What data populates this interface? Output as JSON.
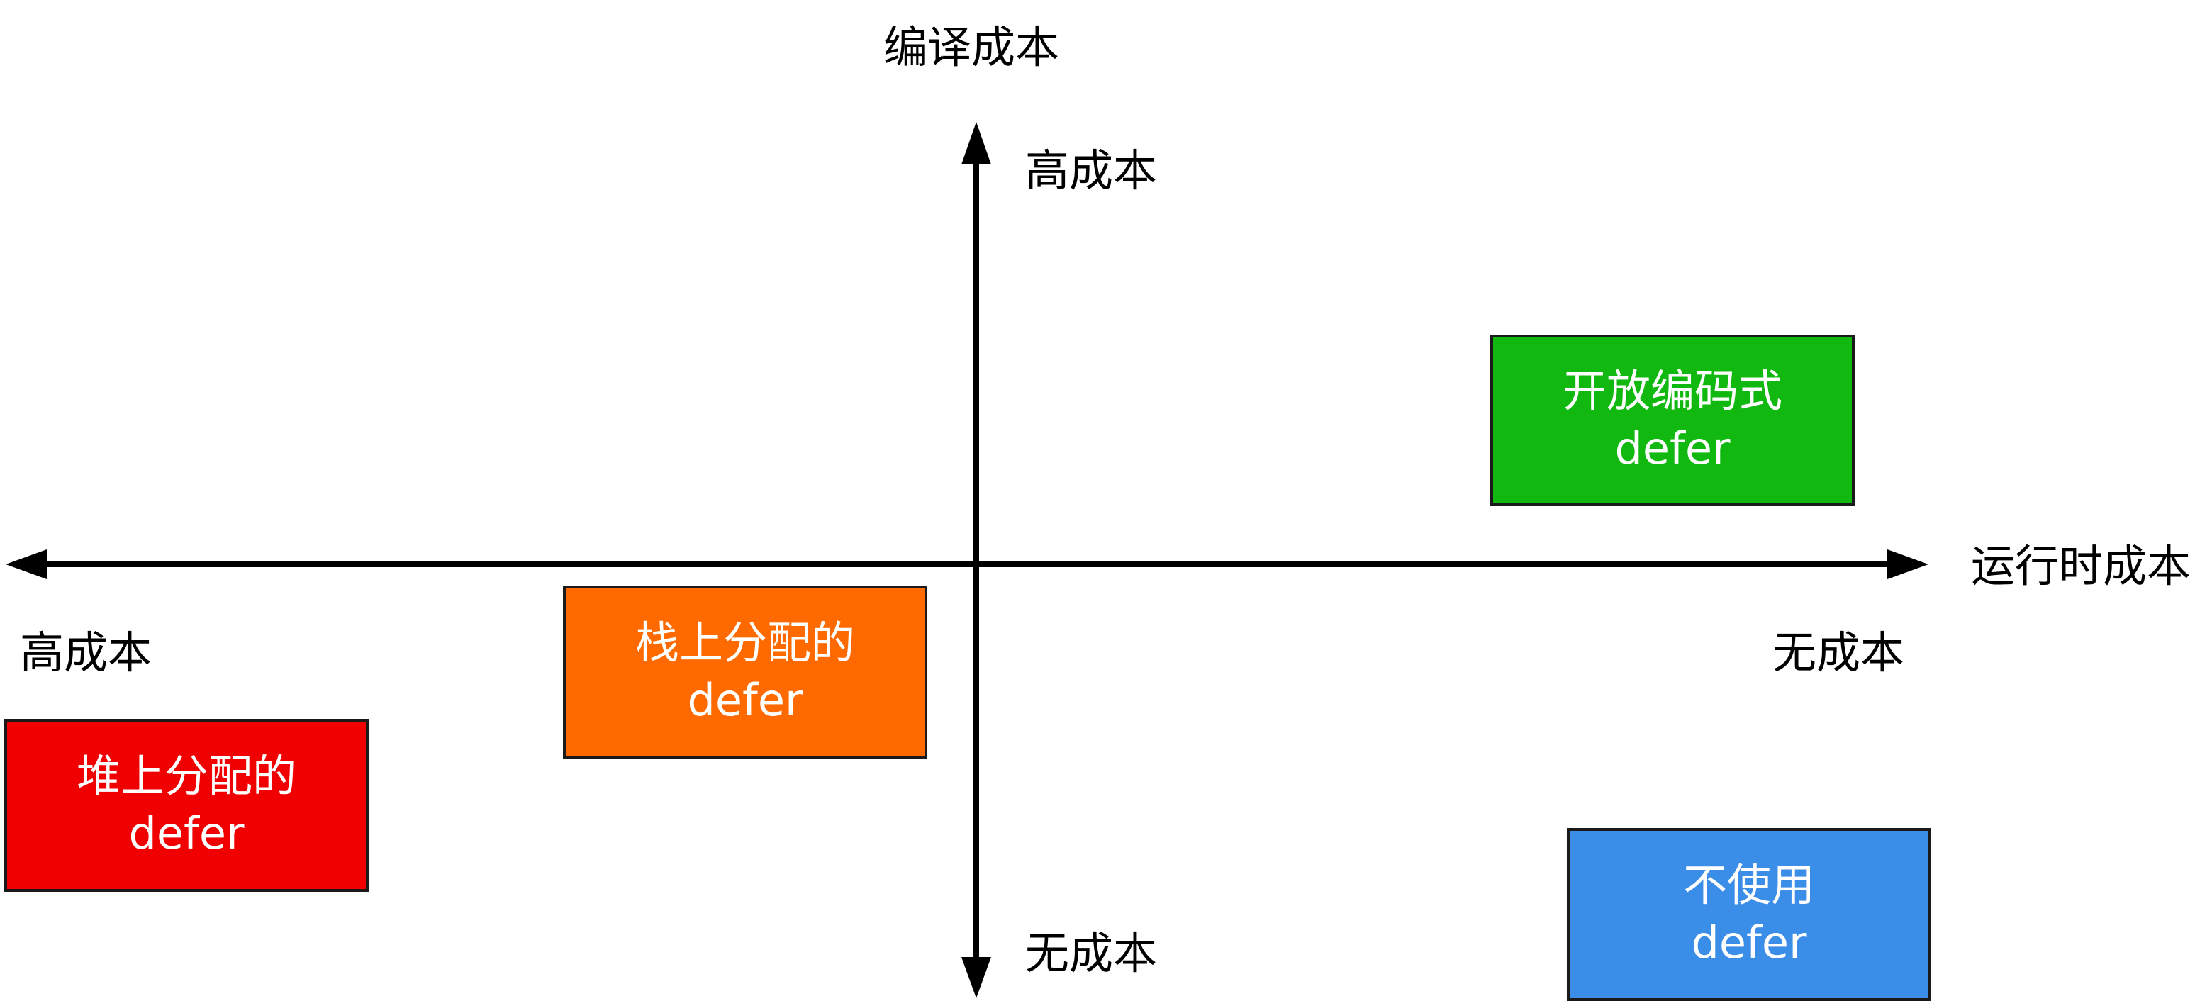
{
  "axes": {
    "vertical_title": "编译成本",
    "vertical_top_label": "高成本",
    "vertical_bottom_label": "无成本",
    "horizontal_title": "运行时成本",
    "horizontal_left_label": "高成本",
    "horizontal_right_label": "无成本"
  },
  "colors": {
    "axis": "#000000",
    "open_coded": "#10b810",
    "stack": "#ff6a00",
    "heap": "#f00000",
    "none": "#3b8ee8"
  },
  "boxes": {
    "open_coded": {
      "line1": "开放编码式",
      "line2": "defer"
    },
    "stack": {
      "line1": "栈上分配的",
      "line2": "defer"
    },
    "heap": {
      "line1": "堆上分配的",
      "line2": "defer"
    },
    "none": {
      "line1": "不使用",
      "line2": "defer"
    }
  }
}
